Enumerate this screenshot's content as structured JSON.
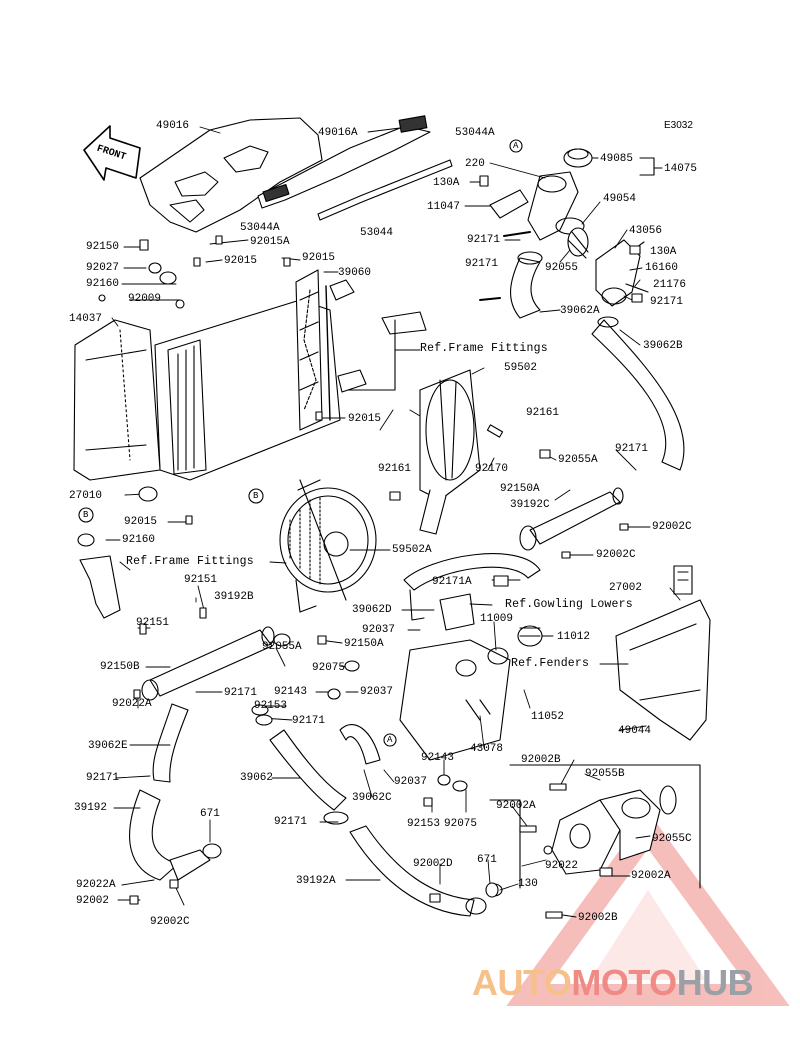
{
  "diagram": {
    "code": "E3032",
    "front_label": "FRONT",
    "callouts": {
      "A": "A",
      "B": "B"
    },
    "watermark": {
      "part1": "AUTO",
      "part2": "MOTO",
      "part3": "HUB"
    },
    "colors": {
      "line": "#000000",
      "watermark_orange": "#f5c089",
      "watermark_red": "#ef8a85",
      "watermark_gray": "#9aa0a6"
    },
    "labels": [
      {
        "id": "l01",
        "text": "49016"
      },
      {
        "id": "l02",
        "text": "49016A"
      },
      {
        "id": "l03",
        "text": "53044A"
      },
      {
        "id": "l04",
        "text": "220"
      },
      {
        "id": "l05",
        "text": "49085"
      },
      {
        "id": "l06",
        "text": "14075"
      },
      {
        "id": "l07",
        "text": "130A"
      },
      {
        "id": "l08",
        "text": "49054"
      },
      {
        "id": "l09",
        "text": "11047"
      },
      {
        "id": "l10",
        "text": "53044A"
      },
      {
        "id": "l11",
        "text": "53044"
      },
      {
        "id": "l12",
        "text": "43056"
      },
      {
        "id": "l13",
        "text": "92150"
      },
      {
        "id": "l14",
        "text": "92015A"
      },
      {
        "id": "l15",
        "text": "92171"
      },
      {
        "id": "l16",
        "text": "130A"
      },
      {
        "id": "l17",
        "text": "92027"
      },
      {
        "id": "l18",
        "text": "92015"
      },
      {
        "id": "l19",
        "text": "92015"
      },
      {
        "id": "l20",
        "text": "92055"
      },
      {
        "id": "l21",
        "text": "16160"
      },
      {
        "id": "l22",
        "text": "39060"
      },
      {
        "id": "l23",
        "text": "92171"
      },
      {
        "id": "l24",
        "text": "21176"
      },
      {
        "id": "l25",
        "text": "92160"
      },
      {
        "id": "l26",
        "text": "92009"
      },
      {
        "id": "l27",
        "text": "92171"
      },
      {
        "id": "l28",
        "text": "14037"
      },
      {
        "id": "l29",
        "text": "39062A"
      },
      {
        "id": "l30",
        "text": "39062B"
      },
      {
        "id": "l31",
        "text": "Ref.Frame Fittings"
      },
      {
        "id": "l32",
        "text": "59502"
      },
      {
        "id": "l33",
        "text": "92015"
      },
      {
        "id": "l34",
        "text": "92161"
      },
      {
        "id": "l35",
        "text": "92171"
      },
      {
        "id": "l36",
        "text": "92161"
      },
      {
        "id": "l37",
        "text": "92170"
      },
      {
        "id": "l38",
        "text": "92055A"
      },
      {
        "id": "l39",
        "text": "27010"
      },
      {
        "id": "l40",
        "text": "92150A"
      },
      {
        "id": "l41",
        "text": "39192C"
      },
      {
        "id": "l42",
        "text": "92015"
      },
      {
        "id": "l43",
        "text": "92002C"
      },
      {
        "id": "l44",
        "text": "92160"
      },
      {
        "id": "l45",
        "text": "59502A"
      },
      {
        "id": "l46",
        "text": "92002C"
      },
      {
        "id": "l47",
        "text": "Ref.Frame Fittings"
      },
      {
        "id": "l48",
        "text": "92171A"
      },
      {
        "id": "l49",
        "text": "27002"
      },
      {
        "id": "l50",
        "text": "92151"
      },
      {
        "id": "l51",
        "text": "39192B"
      },
      {
        "id": "l52",
        "text": "39062D"
      },
      {
        "id": "l53",
        "text": "Ref.Gowling Lowers"
      },
      {
        "id": "l54",
        "text": "92037"
      },
      {
        "id": "l55",
        "text": "11009"
      },
      {
        "id": "l56",
        "text": "92151"
      },
      {
        "id": "l57",
        "text": "92150A"
      },
      {
        "id": "l58",
        "text": "11012"
      },
      {
        "id": "l59",
        "text": "92055A"
      },
      {
        "id": "l60",
        "text": "Ref.Fenders"
      },
      {
        "id": "l61",
        "text": "92150B"
      },
      {
        "id": "l62",
        "text": "92075"
      },
      {
        "id": "l63",
        "text": "92143"
      },
      {
        "id": "l64",
        "text": "92037"
      },
      {
        "id": "l65",
        "text": "92171"
      },
      {
        "id": "l66",
        "text": "11052"
      },
      {
        "id": "l67",
        "text": "92022A"
      },
      {
        "id": "l68",
        "text": "92153"
      },
      {
        "id": "l69",
        "text": "92171"
      },
      {
        "id": "l70",
        "text": "49044"
      },
      {
        "id": "l71",
        "text": "39062E"
      },
      {
        "id": "l72",
        "text": "43078"
      },
      {
        "id": "l73",
        "text": "92171"
      },
      {
        "id": "l74",
        "text": "92143"
      },
      {
        "id": "l75",
        "text": "92002B"
      },
      {
        "id": "l76",
        "text": "39062"
      },
      {
        "id": "l77",
        "text": "92037"
      },
      {
        "id": "l78",
        "text": "92055B"
      },
      {
        "id": "l79",
        "text": "39192"
      },
      {
        "id": "l80",
        "text": "39062C"
      },
      {
        "id": "l81",
        "text": "92002A"
      },
      {
        "id": "l82",
        "text": "671"
      },
      {
        "id": "l83",
        "text": "92171"
      },
      {
        "id": "l84",
        "text": "92153"
      },
      {
        "id": "l85",
        "text": "92075"
      },
      {
        "id": "l86",
        "text": "92055C"
      },
      {
        "id": "l87",
        "text": "92022"
      },
      {
        "id": "l88",
        "text": "671"
      },
      {
        "id": "l89",
        "text": "92002D"
      },
      {
        "id": "l90",
        "text": "39192A"
      },
      {
        "id": "l91",
        "text": "92002A"
      },
      {
        "id": "l92",
        "text": "92022A"
      },
      {
        "id": "l93",
        "text": "130"
      },
      {
        "id": "l94",
        "text": "92002"
      },
      {
        "id": "l95",
        "text": "92002C"
      },
      {
        "id": "l96",
        "text": "92002B"
      }
    ]
  }
}
